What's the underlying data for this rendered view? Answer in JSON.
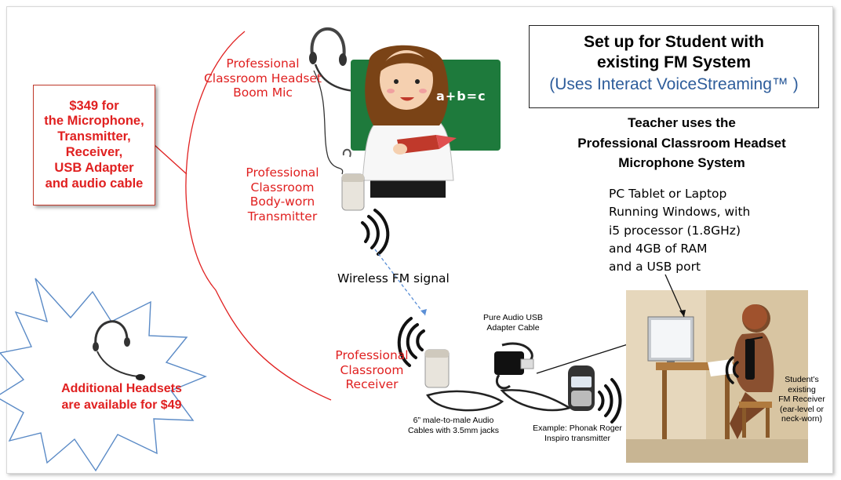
{
  "title_box": {
    "line1": "Set up for Student with",
    "line2": "existing FM System",
    "subtitle": "(Uses Interact VoiceStreaming™ )"
  },
  "teacher_system": {
    "line1": "Teacher uses the",
    "line2": "Professional Classroom Headset",
    "line3": "Microphone System"
  },
  "pc_requirements": {
    "line1": "PC Tablet or Laptop",
    "line2": "Running Windows, with",
    "line3": "i5 processor (1.8GHz)",
    "line4": "and 4GB of RAM",
    "line5": "and a USB port"
  },
  "price_box": {
    "line1": "$349 for",
    "line2": "the Microphone,",
    "line3": "Transmitter,",
    "line4": "Receiver,",
    "line5": "USB Adapter",
    "line6": "and audio cable"
  },
  "additional_headsets": {
    "line1": "Additional Headsets",
    "line2": "are available for $49"
  },
  "labels": {
    "headset_line1": "Professional",
    "headset_line2": "Classroom Headset",
    "headset_line3": "Boom Mic",
    "transmitter_line1": "Professional",
    "transmitter_line2": "Classroom",
    "transmitter_line3": "Body-worn",
    "transmitter_line4": "Transmitter",
    "wireless_signal": "Wireless FM signal",
    "receiver_line1": "Professional",
    "receiver_line2": "Classroom",
    "receiver_line3": "Receiver",
    "usb_line1": "Pure Audio USB",
    "usb_line2": "Adapter Cable",
    "cables_line1": "6” male-to-male Audio",
    "cables_line2": "Cables with 3.5mm jacks",
    "example_line1": "Example: Phonak Roger",
    "example_line2": "Inspiro transmitter",
    "student_line1": "Student’s",
    "student_line2": "existing",
    "student_line3": "FM Receiver",
    "student_line4": "(ear-level or",
    "student_line5": "neck-worn)",
    "chalkboard": "a+b=c"
  },
  "colors": {
    "accent_red": "#e02020",
    "subtitle_blue": "#2e5d9b",
    "chalkboard_green": "#1e7a3c"
  }
}
